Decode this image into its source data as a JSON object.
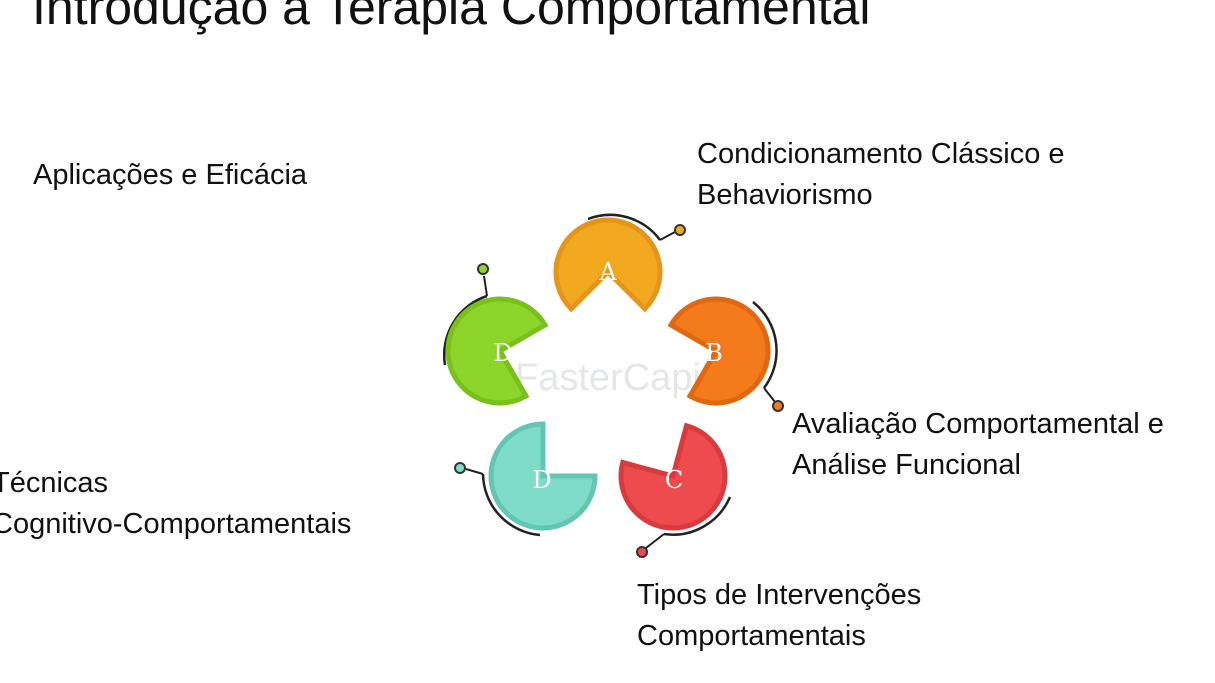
{
  "title": "Introdução à Terapia Comportamental",
  "nodes": [
    {
      "letter": "A",
      "color": "#f2a91f",
      "label_lines": [
        "Condicionamento Clássico e",
        "Behaviorismo"
      ]
    },
    {
      "letter": "B",
      "color": "#f47a1c",
      "label_lines": [
        "Avaliação Comportamental e",
        "Análise Funcional"
      ]
    },
    {
      "letter": "C",
      "color": "#ee4b4e",
      "label_lines": [
        "Tipos de Intervenções",
        "Comportamentais"
      ]
    },
    {
      "letter": "D",
      "color": "#7fdcc9",
      "label_lines": [
        "Técnicas",
        "Cognitivo-Comportamentais"
      ]
    },
    {
      "letter": "D",
      "color": "#8ed52b",
      "label_lines": [
        "Aplicações e Eficácia"
      ]
    }
  ],
  "watermark": "FasterCapital"
}
